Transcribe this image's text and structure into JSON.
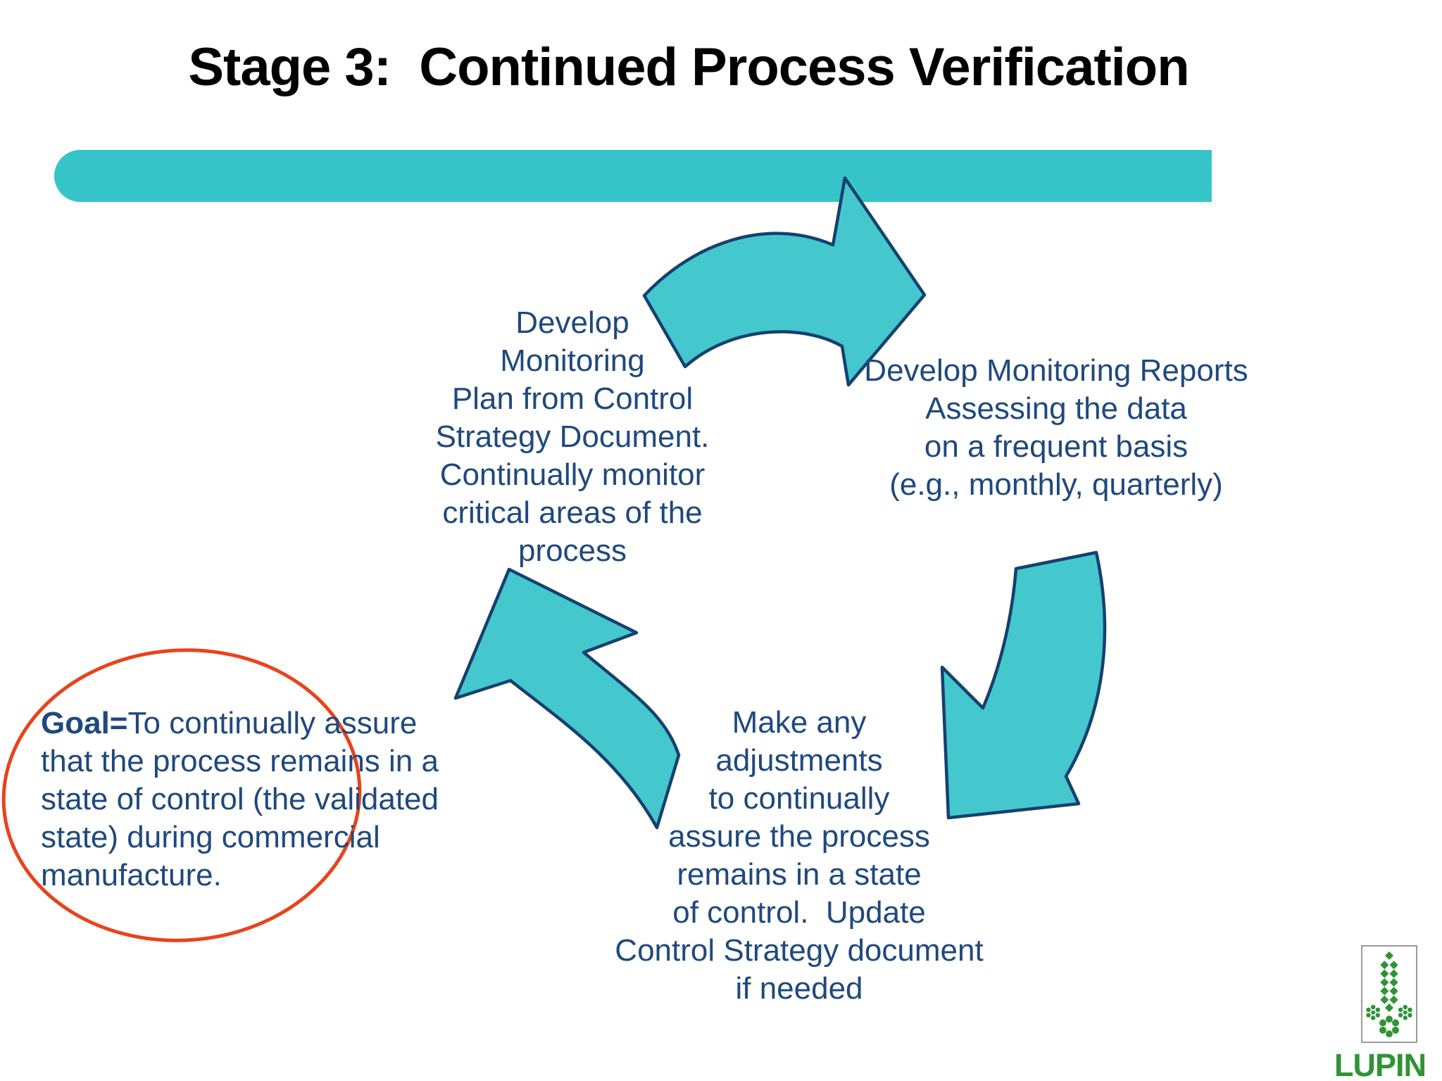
{
  "slide": {
    "title": "Stage 3:  Continued Process Verification",
    "colors": {
      "title": "#000000",
      "accent": "#37c4c9",
      "arrow-fill": "#44c8ce",
      "arrow-stroke": "#16406f",
      "text": "#1F497D",
      "ellipse": "#e8431b",
      "logo-green": "#2f9434"
    }
  },
  "cycle": {
    "steps": [
      {
        "id": "develop-plan",
        "text": "Develop\nMonitoring\nPlan from Control\nStrategy Document.\nContinually monitor\ncritical areas of the\nprocess"
      },
      {
        "id": "develop-reports",
        "text": "Develop Monitoring Reports\nAssessing the data\non a frequent basis\n(e.g., monthly, quarterly)"
      },
      {
        "id": "make-adjustments",
        "text": "Make any\nadjustments\nto continually\nassure the process\nremains in a state\nof control.  Update\nControl Strategy document\nif needed"
      }
    ]
  },
  "goal": {
    "label": "Goal=",
    "text": "To continually assure\nthat the process remains in a\nstate of control (the validated\nstate) during commercial\nmanufacture."
  },
  "logo": {
    "name": "LUPIN"
  }
}
